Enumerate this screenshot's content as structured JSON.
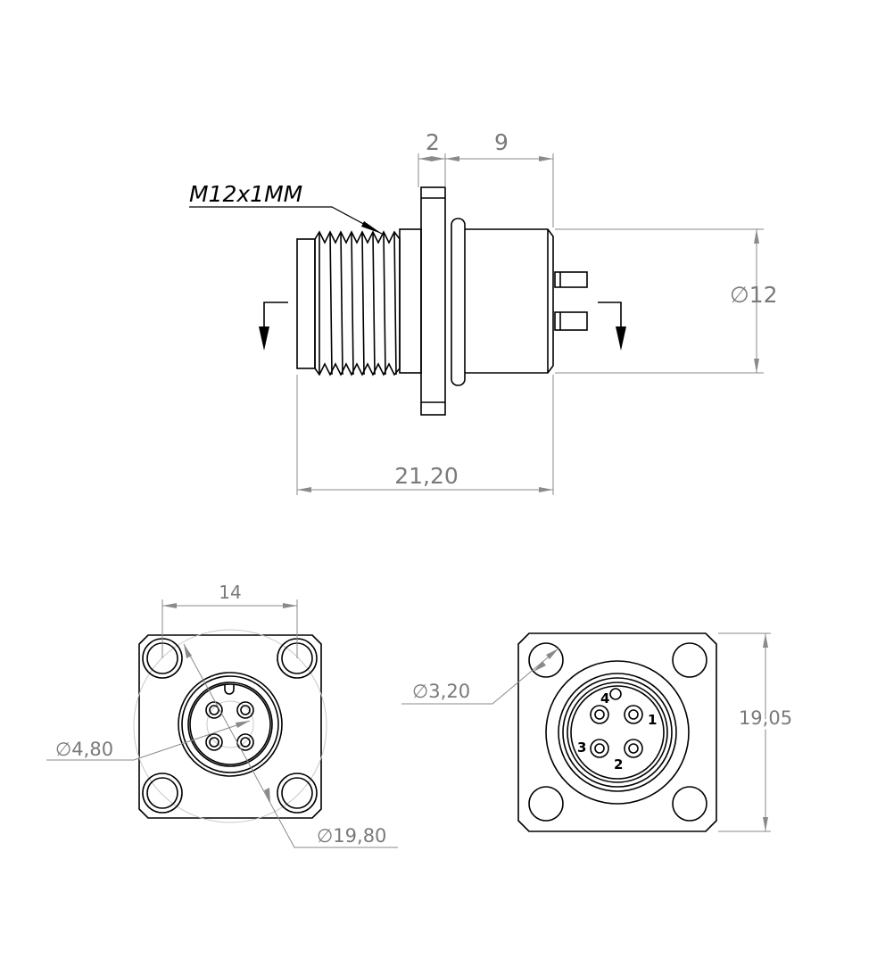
{
  "side_view": {
    "thread_label": "M12x1MM",
    "dim_flange": "2",
    "dim_body": "9",
    "dim_diameter": "∅12",
    "dim_length": "21,20"
  },
  "front_view": {
    "dim_hole_spacing": "14",
    "dim_inner": "∅4,80",
    "dim_bolt_circle": "∅19,80"
  },
  "rear_view": {
    "dim_hole": "∅3,20",
    "dim_square": "19,05",
    "pins": [
      "1",
      "2",
      "3",
      "4"
    ]
  }
}
